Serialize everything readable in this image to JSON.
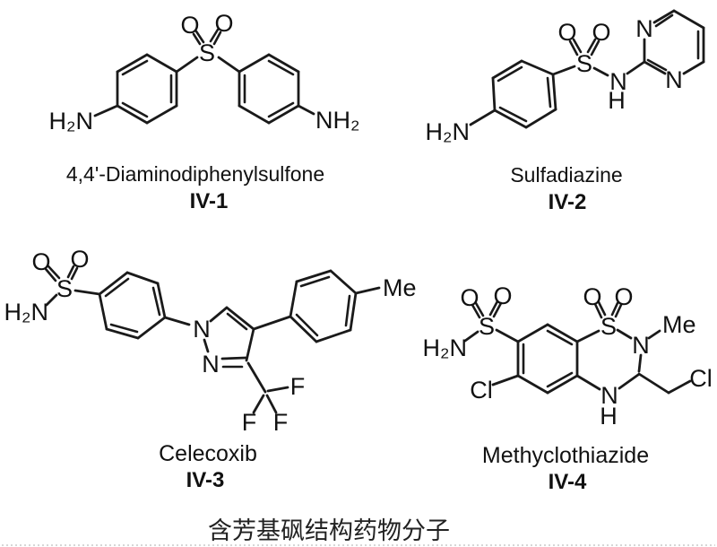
{
  "background": "#ffffff",
  "ink": "#1a1a1a",
  "figure": {
    "caption": "含芳基砜结构药物分子",
    "molecules": [
      {
        "name": "4,4'-Diaminodiphenylsulfone",
        "id": "IV-1",
        "atoms": {
          "o1": "O",
          "o2": "O",
          "s": "S",
          "h2n": "H₂N",
          "nh2": "NH₂"
        }
      },
      {
        "name": "Sulfadiazine",
        "id": "IV-2",
        "atoms": {
          "o1": "O",
          "o2": "O",
          "s": "S",
          "h2n": "H₂N",
          "n_h": "N",
          "h": "H",
          "n1": "N",
          "n3": "N"
        }
      },
      {
        "name": "Celecoxib",
        "id": "IV-3",
        "atoms": {
          "o1": "O",
          "o2": "O",
          "s": "S",
          "h2n": "H₂N",
          "n1": "N",
          "n2": "N",
          "f1": "F",
          "f2": "F",
          "f3": "F",
          "me": "Me"
        }
      },
      {
        "name": "Methyclothiazide",
        "id": "IV-4",
        "atoms": {
          "o1": "O",
          "o2": "O",
          "s": "S",
          "h2n": "H₂N",
          "cl1": "Cl",
          "o3": "O",
          "o4": "O",
          "s1": "S",
          "n2": "N",
          "me": "Me",
          "n4": "N",
          "h": "H",
          "cl2": "Cl"
        }
      }
    ]
  }
}
